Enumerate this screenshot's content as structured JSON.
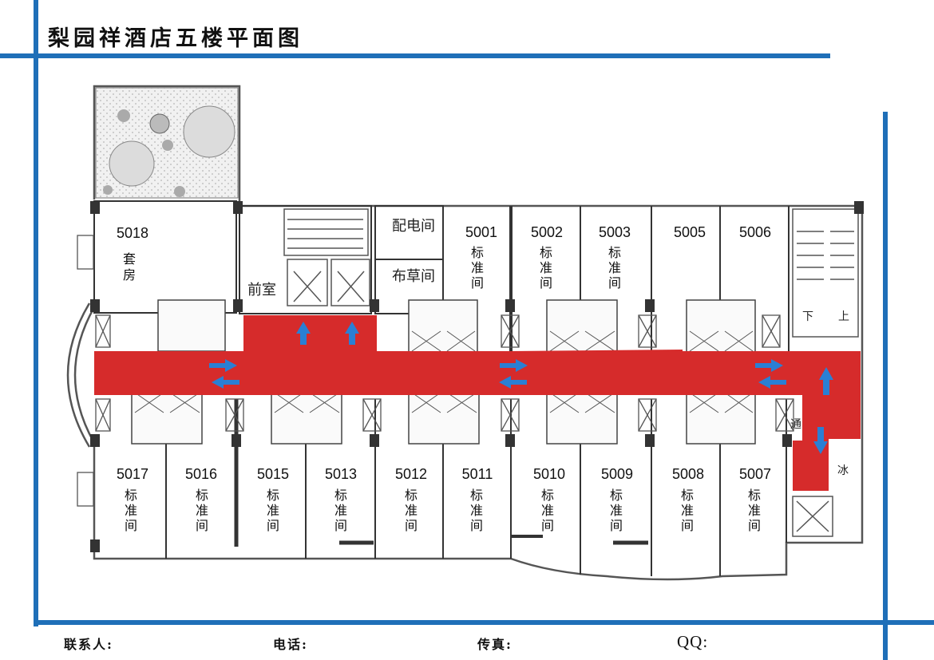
{
  "title": "梨园祥酒店五楼平面图",
  "colors": {
    "frame": "#1f6fb8",
    "corridor": "#d62b2b",
    "arrow": "#2a7fd4"
  },
  "rooms_top": [
    {
      "no": "5018",
      "type": "套房"
    },
    {
      "no": "5001",
      "type": "标准间"
    },
    {
      "no": "5002",
      "type": "标准间"
    },
    {
      "no": "5003",
      "type": "标准间"
    },
    {
      "no": "5005",
      "type": ""
    },
    {
      "no": "5006",
      "type": ""
    }
  ],
  "rooms_bottom": [
    {
      "no": "5017",
      "type": "标准间"
    },
    {
      "no": "5016",
      "type": "标准间"
    },
    {
      "no": "5015",
      "type": "标准间"
    },
    {
      "no": "5013",
      "type": "标准间"
    },
    {
      "no": "5012",
      "type": "标准间"
    },
    {
      "no": "5011",
      "type": "标准间"
    },
    {
      "no": "5010",
      "type": "标准间"
    },
    {
      "no": "5009",
      "type": "标准间"
    },
    {
      "no": "5008",
      "type": "标准间"
    },
    {
      "no": "5007",
      "type": "标准间"
    }
  ],
  "service_rooms": {
    "distribution": "配电间",
    "linen": "布草间",
    "lobby": "前室",
    "stair_down": "下",
    "stair_up": "上",
    "passage": "通",
    "ice": "冰"
  },
  "footer": {
    "contact": "联系人:",
    "phone": "电话:",
    "fax": "传真:",
    "qq": "QQ:"
  }
}
